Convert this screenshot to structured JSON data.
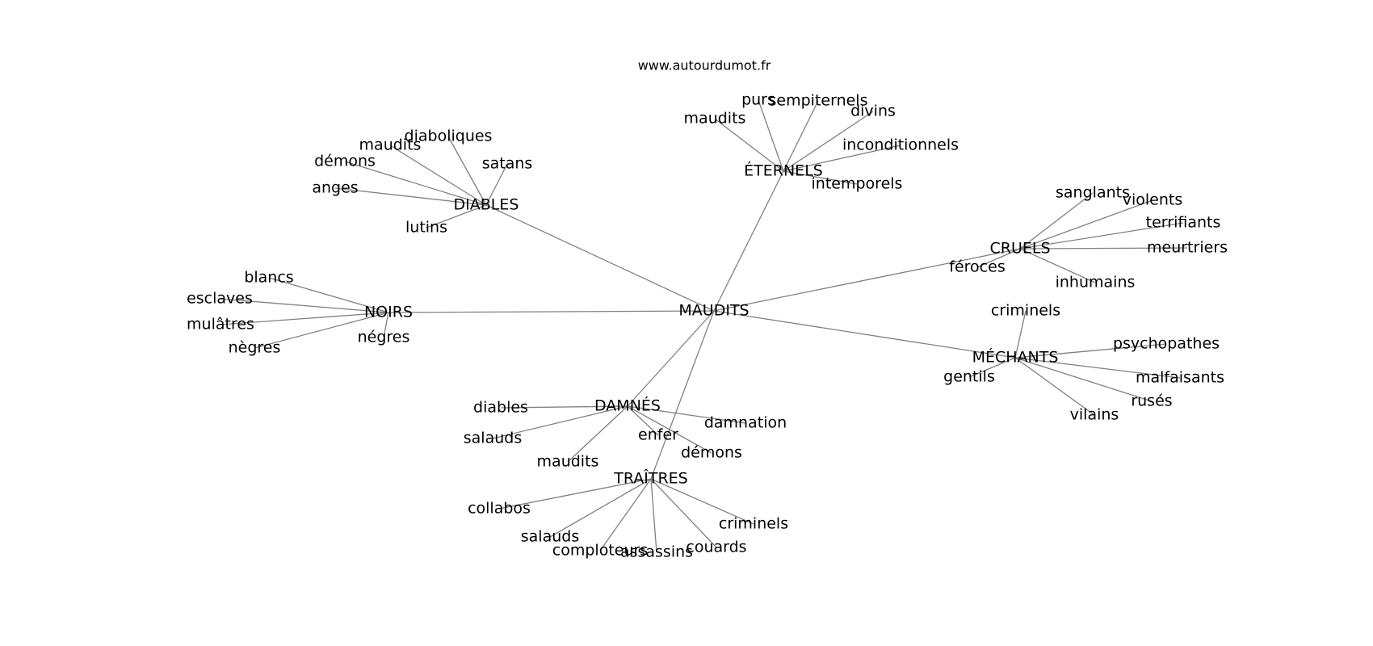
{
  "site": "www.autourdumot.fr",
  "center": "MAUDITS",
  "hubs": [
    {
      "word": "DIABLES",
      "words": [
        "diaboliques",
        "maudits",
        "démons",
        "satans",
        "anges",
        "lutins"
      ]
    },
    {
      "word": "ÉTERNELS",
      "words": [
        "purs",
        "sempiternels",
        "maudits",
        "divins",
        "inconditionnels",
        "intemporels"
      ]
    },
    {
      "word": "CRUELS",
      "words": [
        "sanglants",
        "violents",
        "terrifiants",
        "meurtriers",
        "féroces",
        "inhumains"
      ]
    },
    {
      "word": "NOIRS",
      "words": [
        "blancs",
        "esclaves",
        "mulâtres",
        "nègres",
        "négres"
      ]
    },
    {
      "word": "MÉCHANTS",
      "words": [
        "criminels",
        "psychopathes",
        "malfaisants",
        "rusés",
        "vilains",
        "gentils"
      ]
    },
    {
      "word": "DAMNÉS",
      "words": [
        "diables",
        "salauds",
        "maudits",
        "enfer",
        "damnation",
        "démons"
      ]
    },
    {
      "word": "TRAÎTRES",
      "words": [
        "collabos",
        "salauds",
        "comploteurs",
        "assassins",
        "couards",
        "criminels"
      ]
    }
  ]
}
